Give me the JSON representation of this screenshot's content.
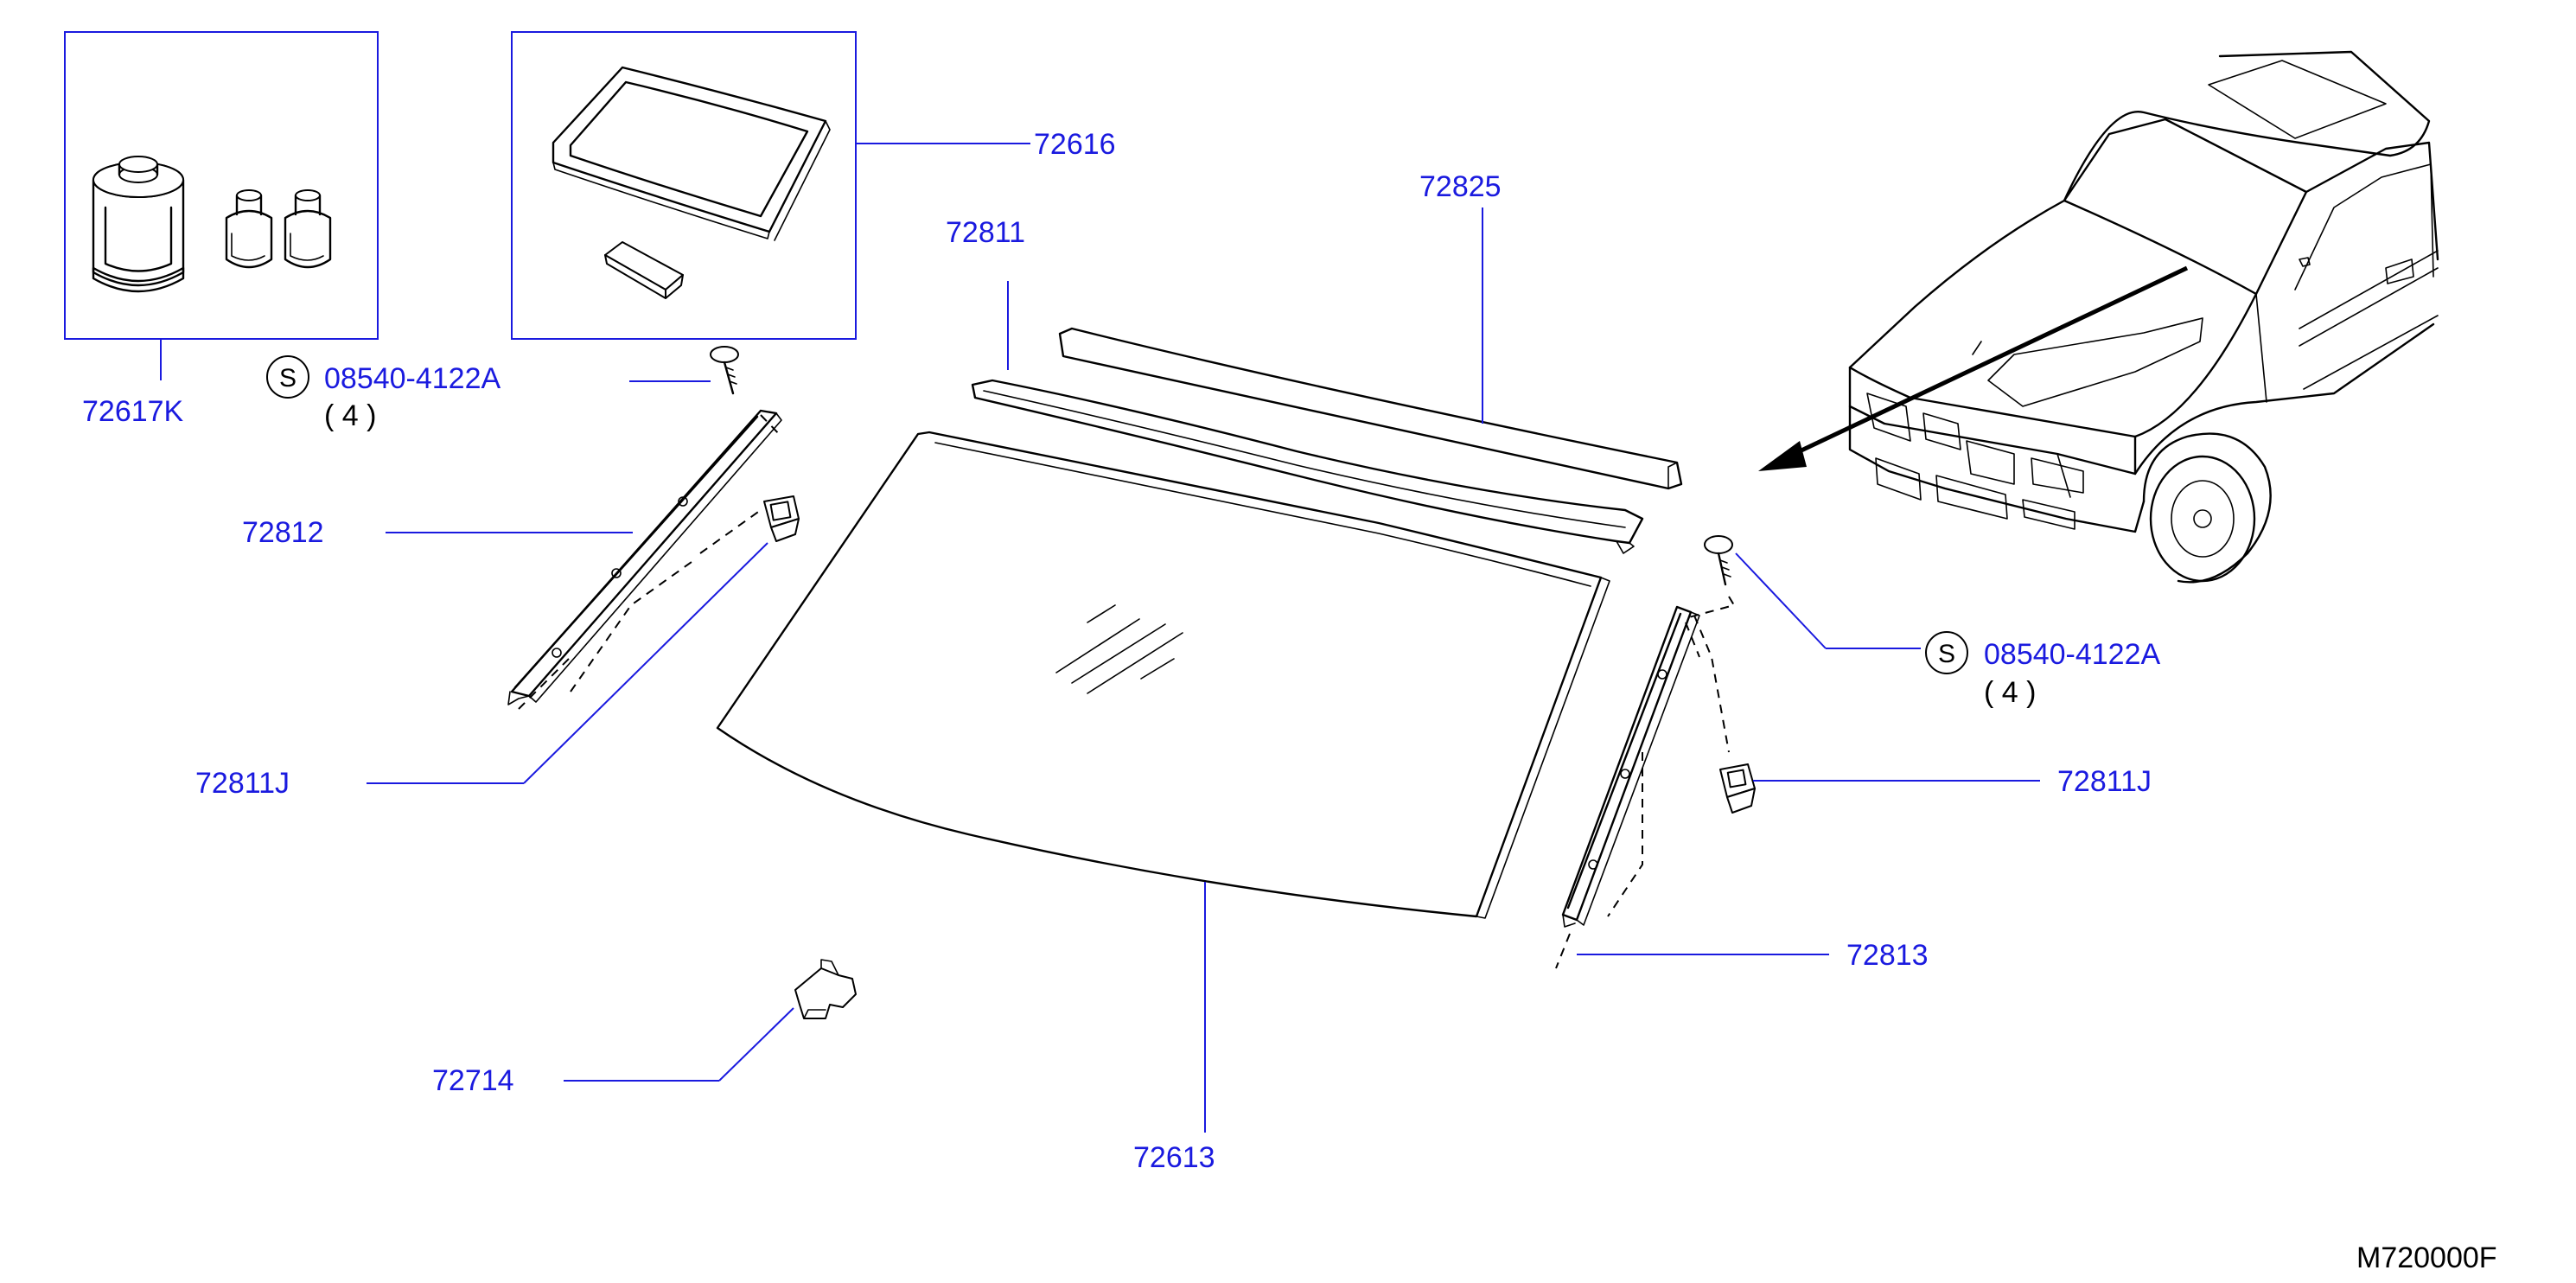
{
  "diagram": {
    "callouts": {
      "p72617K": "72617K",
      "p72616": "72616",
      "p72811": "72811",
      "p72825": "72825",
      "p72812": "72812",
      "p72811J_left": "72811J",
      "p72811J_right": "72811J",
      "p72813": "72813",
      "p72714": "72714",
      "p72613": "72613"
    },
    "screws": [
      {
        "symbol": "S",
        "part": "08540-4122A",
        "qty": "( 4 )"
      },
      {
        "symbol": "S",
        "part": "08540-4122A",
        "qty": "( 4 )"
      }
    ],
    "figure_code": "M720000F"
  },
  "colors": {
    "label": "#1a1adf",
    "line_art": "#000000",
    "background": "#ffffff"
  }
}
